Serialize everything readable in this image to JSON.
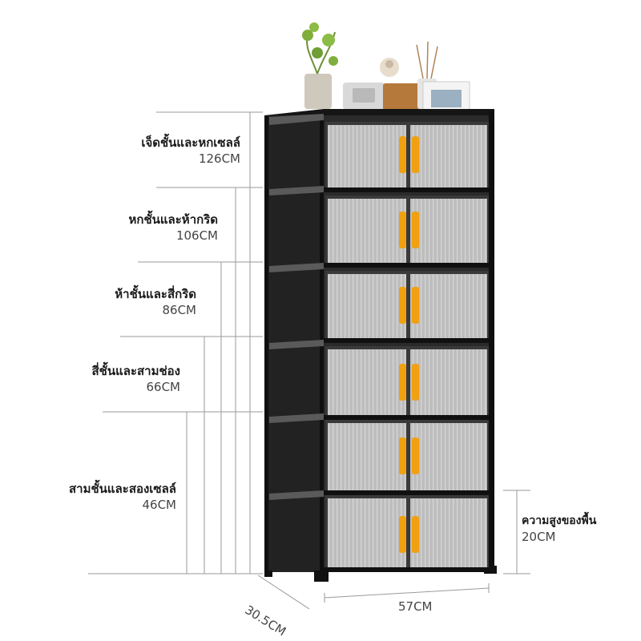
{
  "tiers": [
    {
      "name": "เจ็ดชั้นและหกเซลล์",
      "height": "126CM"
    },
    {
      "name": "หกชั้นและห้ากริด",
      "height": "106CM"
    },
    {
      "name": "ห้าชั้นและสี่กริด",
      "height": "86CM"
    },
    {
      "name": "สี่ชั้นและสามช่อง",
      "height": "66CM"
    },
    {
      "name": "สามชั้นและสองเซลล์",
      "height": "46CM"
    }
  ],
  "floor_clearance": {
    "name": "ความสูงของพื้น",
    "height": "20CM"
  },
  "width": "57CM",
  "depth": "30.5CM",
  "colors": {
    "frame": "#1b1b1b",
    "door": "#cfcfcf",
    "handle": "#f0a010",
    "line": "#9a9a9a"
  }
}
